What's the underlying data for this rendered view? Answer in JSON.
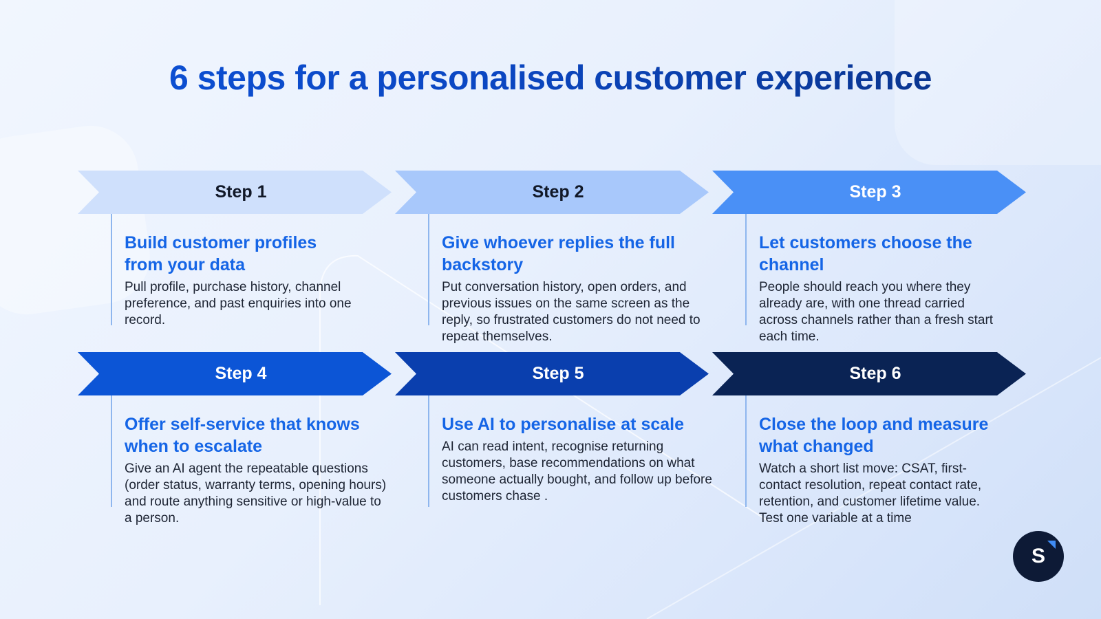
{
  "title": "6 steps for a personalised customer experience",
  "logo_letter": "S",
  "steps": [
    {
      "label": "Step 1",
      "heading": "Build customer profiles from your data",
      "description": "Pull profile, purchase history, channel preference, and past enquiries into one record.",
      "chevron_color": "#cfe0fc",
      "label_color": "#111827"
    },
    {
      "label": "Step 2",
      "heading": "Give whoever replies the full backstory",
      "description": "Put conversation history, open orders, and previous issues on the same screen as the reply, so frustrated customers do not need to repeat themselves.",
      "chevron_color": "#a8c8fb",
      "label_color": "#111827"
    },
    {
      "label": "Step 3",
      "heading": "Let customers choose the channel",
      "description": "People should reach you where they already are, with one thread carried across channels rather than a fresh start each time.",
      "chevron_color": "#4a90f6",
      "label_color": "#ffffff"
    },
    {
      "label": "Step 4",
      "heading": "Offer self-service that knows when to escalate",
      "description": "Give an AI agent the repeatable questions (order status, warranty terms, opening hours) and route anything sensitive or high-value to a person.",
      "chevron_color": "#0c55d6",
      "label_color": "#ffffff"
    },
    {
      "label": "Step 5",
      "heading": "Use AI to personalise at scale",
      "description": "AI can read intent, recognise returning customers, base recommendations on what someone actually bought, and follow up before customers chase .",
      "chevron_color": "#0a3fae",
      "label_color": "#ffffff"
    },
    {
      "label": "Step 6",
      "heading": "Close the loop and measure what changed",
      "description": "Watch a short list move: CSAT, first-contact resolution, repeat contact rate, retention, and customer lifetime value. Test one variable at a time",
      "chevron_color": "#0a2354",
      "label_color": "#ffffff"
    }
  ]
}
